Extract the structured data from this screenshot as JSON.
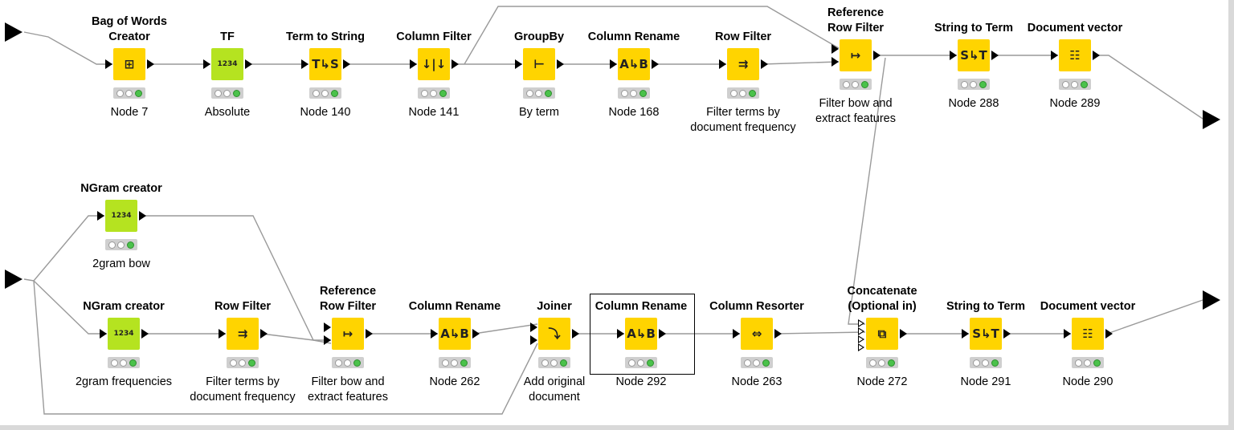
{
  "nodes": [
    {
      "id": "n7",
      "title": [
        "Bag of Words",
        "Creator"
      ],
      "label": [
        "Node 7"
      ],
      "kind": "manip",
      "icon": "bag-of-words-icon",
      "glyph": "⊞"
    },
    {
      "id": "ntf",
      "title": [
        "TF"
      ],
      "label": [
        "Absolute"
      ],
      "kind": "learner",
      "icon": "tf-icon",
      "glyph": "1234"
    },
    {
      "id": "n140",
      "title": [
        "Term to String"
      ],
      "label": [
        "Node 140"
      ],
      "kind": "manip",
      "icon": "term-to-string-icon",
      "glyph": "T↳S"
    },
    {
      "id": "n141",
      "title": [
        "Column Filter"
      ],
      "label": [
        "Node 141"
      ],
      "kind": "manip",
      "icon": "column-filter-icon",
      "glyph": "↓|↓"
    },
    {
      "id": "ngb",
      "title": [
        "GroupBy"
      ],
      "label": [
        "By term"
      ],
      "kind": "manip",
      "icon": "groupby-icon",
      "glyph": "⊢"
    },
    {
      "id": "n168",
      "title": [
        "Column Rename"
      ],
      "label": [
        "Node 168"
      ],
      "kind": "manip",
      "icon": "column-rename-icon",
      "glyph": "A↳B"
    },
    {
      "id": "nrf1",
      "title": [
        "Row Filter"
      ],
      "label": [
        "Filter terms by",
        "document frequency"
      ],
      "kind": "manip",
      "icon": "row-filter-icon",
      "glyph": "⇉"
    },
    {
      "id": "nrrf1",
      "title": [
        "Reference",
        "Row Filter"
      ],
      "label": [
        "Filter bow and",
        "extract features"
      ],
      "kind": "manip",
      "icon": "reference-row-filter-icon",
      "glyph": "↦"
    },
    {
      "id": "n288",
      "title": [
        "String to Term"
      ],
      "label": [
        "Node 288"
      ],
      "kind": "manip",
      "icon": "string-to-term-icon",
      "glyph": "S↳T"
    },
    {
      "id": "n289",
      "title": [
        "Document vector"
      ],
      "label": [
        "Node 289"
      ],
      "kind": "manip",
      "icon": "document-vector-icon",
      "glyph": "☷"
    },
    {
      "id": "ngc1",
      "title": [
        "NGram creator"
      ],
      "label": [
        "2gram bow"
      ],
      "kind": "learner",
      "icon": "ngram-creator-icon",
      "glyph": "1234"
    },
    {
      "id": "ngc2",
      "title": [
        "NGram creator"
      ],
      "label": [
        "2gram frequencies"
      ],
      "kind": "learner",
      "icon": "ngram-creator-icon",
      "glyph": "1234"
    },
    {
      "id": "nrf2",
      "title": [
        "Row Filter"
      ],
      "label": [
        "Filter terms by",
        "document frequency"
      ],
      "kind": "manip",
      "icon": "row-filter-icon",
      "glyph": "⇉"
    },
    {
      "id": "nrrf2",
      "title": [
        "Reference",
        "Row Filter"
      ],
      "label": [
        "Filter bow and",
        "extract features"
      ],
      "kind": "manip",
      "icon": "reference-row-filter-icon",
      "glyph": "↦"
    },
    {
      "id": "n262",
      "title": [
        "Column Rename"
      ],
      "label": [
        "Node 262"
      ],
      "kind": "manip",
      "icon": "column-rename-icon",
      "glyph": "A↳B"
    },
    {
      "id": "njoin",
      "title": [
        "Joiner"
      ],
      "label": [
        "Add original",
        "document"
      ],
      "kind": "manip",
      "icon": "joiner-icon",
      "glyph": "⤵"
    },
    {
      "id": "n292",
      "title": [
        "Column Rename"
      ],
      "label": [
        "Node 292"
      ],
      "kind": "manip",
      "icon": "column-rename-icon",
      "glyph": "A↳B"
    },
    {
      "id": "n263",
      "title": [
        "Column Resorter"
      ],
      "label": [
        "Node 263"
      ],
      "kind": "manip",
      "icon": "column-resorter-icon",
      "glyph": "⇔"
    },
    {
      "id": "n272",
      "title": [
        "Concatenate",
        "(Optional in)"
      ],
      "label": [
        "Node 272"
      ],
      "kind": "manip",
      "icon": "concatenate-icon",
      "glyph": "⧉"
    },
    {
      "id": "n291",
      "title": [
        "String to Term"
      ],
      "label": [
        "Node 291"
      ],
      "kind": "manip",
      "icon": "string-to-term-icon",
      "glyph": "S↳T"
    },
    {
      "id": "n290",
      "title": [
        "Document vector"
      ],
      "label": [
        "Node 290"
      ],
      "kind": "manip",
      "icon": "document-vector-icon",
      "glyph": "☷"
    }
  ],
  "status_lights": [
    "off",
    "off",
    "green"
  ],
  "colors": {
    "manipulator": "#ffd400",
    "learner": "#b5e320",
    "green_light": "#4bc24b",
    "wire": "#9a9a9a"
  }
}
